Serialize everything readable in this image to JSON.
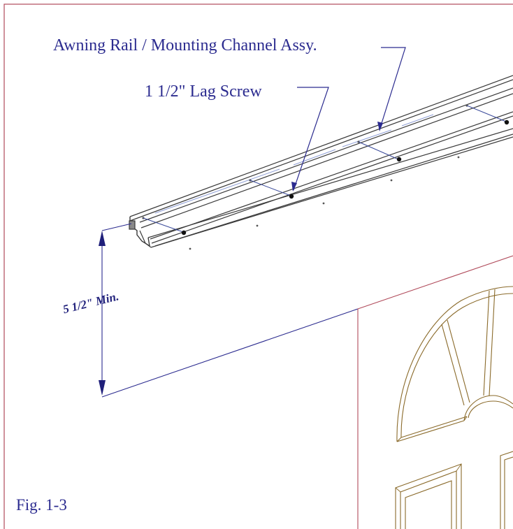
{
  "labels": {
    "rail": "Awning Rail / Mounting Channel Assy.",
    "lag_screw": "1 1/2\" Lag Screw",
    "dimension": "5 1/2\" Min.",
    "figure": "Fig. 1-3"
  },
  "colors": {
    "border": "#b04a5a",
    "label_text": "#2b2b8f",
    "leader": "#2b2b8f",
    "rail_outline": "#3a3a3a",
    "door": "#8a6a2a"
  }
}
